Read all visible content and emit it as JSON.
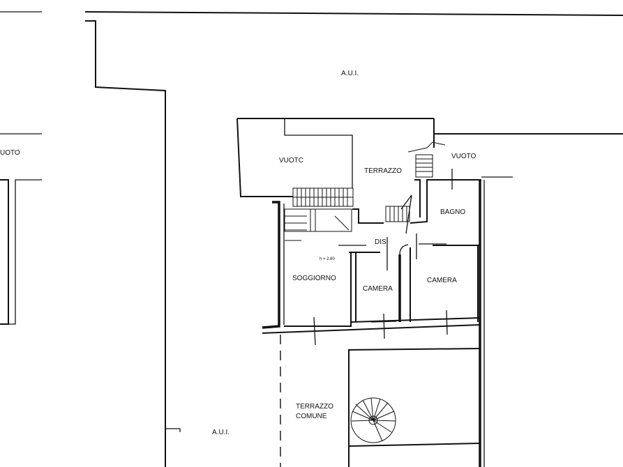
{
  "labels": {
    "aui_top": "A.U.I.",
    "aui_bottom": "A.U.I.",
    "vuoto_left": "UOTO",
    "vuoto_main": "VUOTC",
    "vuoto_right": "VUOTO",
    "terrazzo": "TERRAZZO",
    "bagno": "BAGNO",
    "dis": "DIS.",
    "height_note": "h = 2.80",
    "soggiorno": "SOGGIORNO",
    "camera_1": "CAMERA",
    "camera_2": "CAMERA",
    "terrazzo_comune_1": "TERRAZZO",
    "terrazzo_comune_2": "COMUNE"
  }
}
